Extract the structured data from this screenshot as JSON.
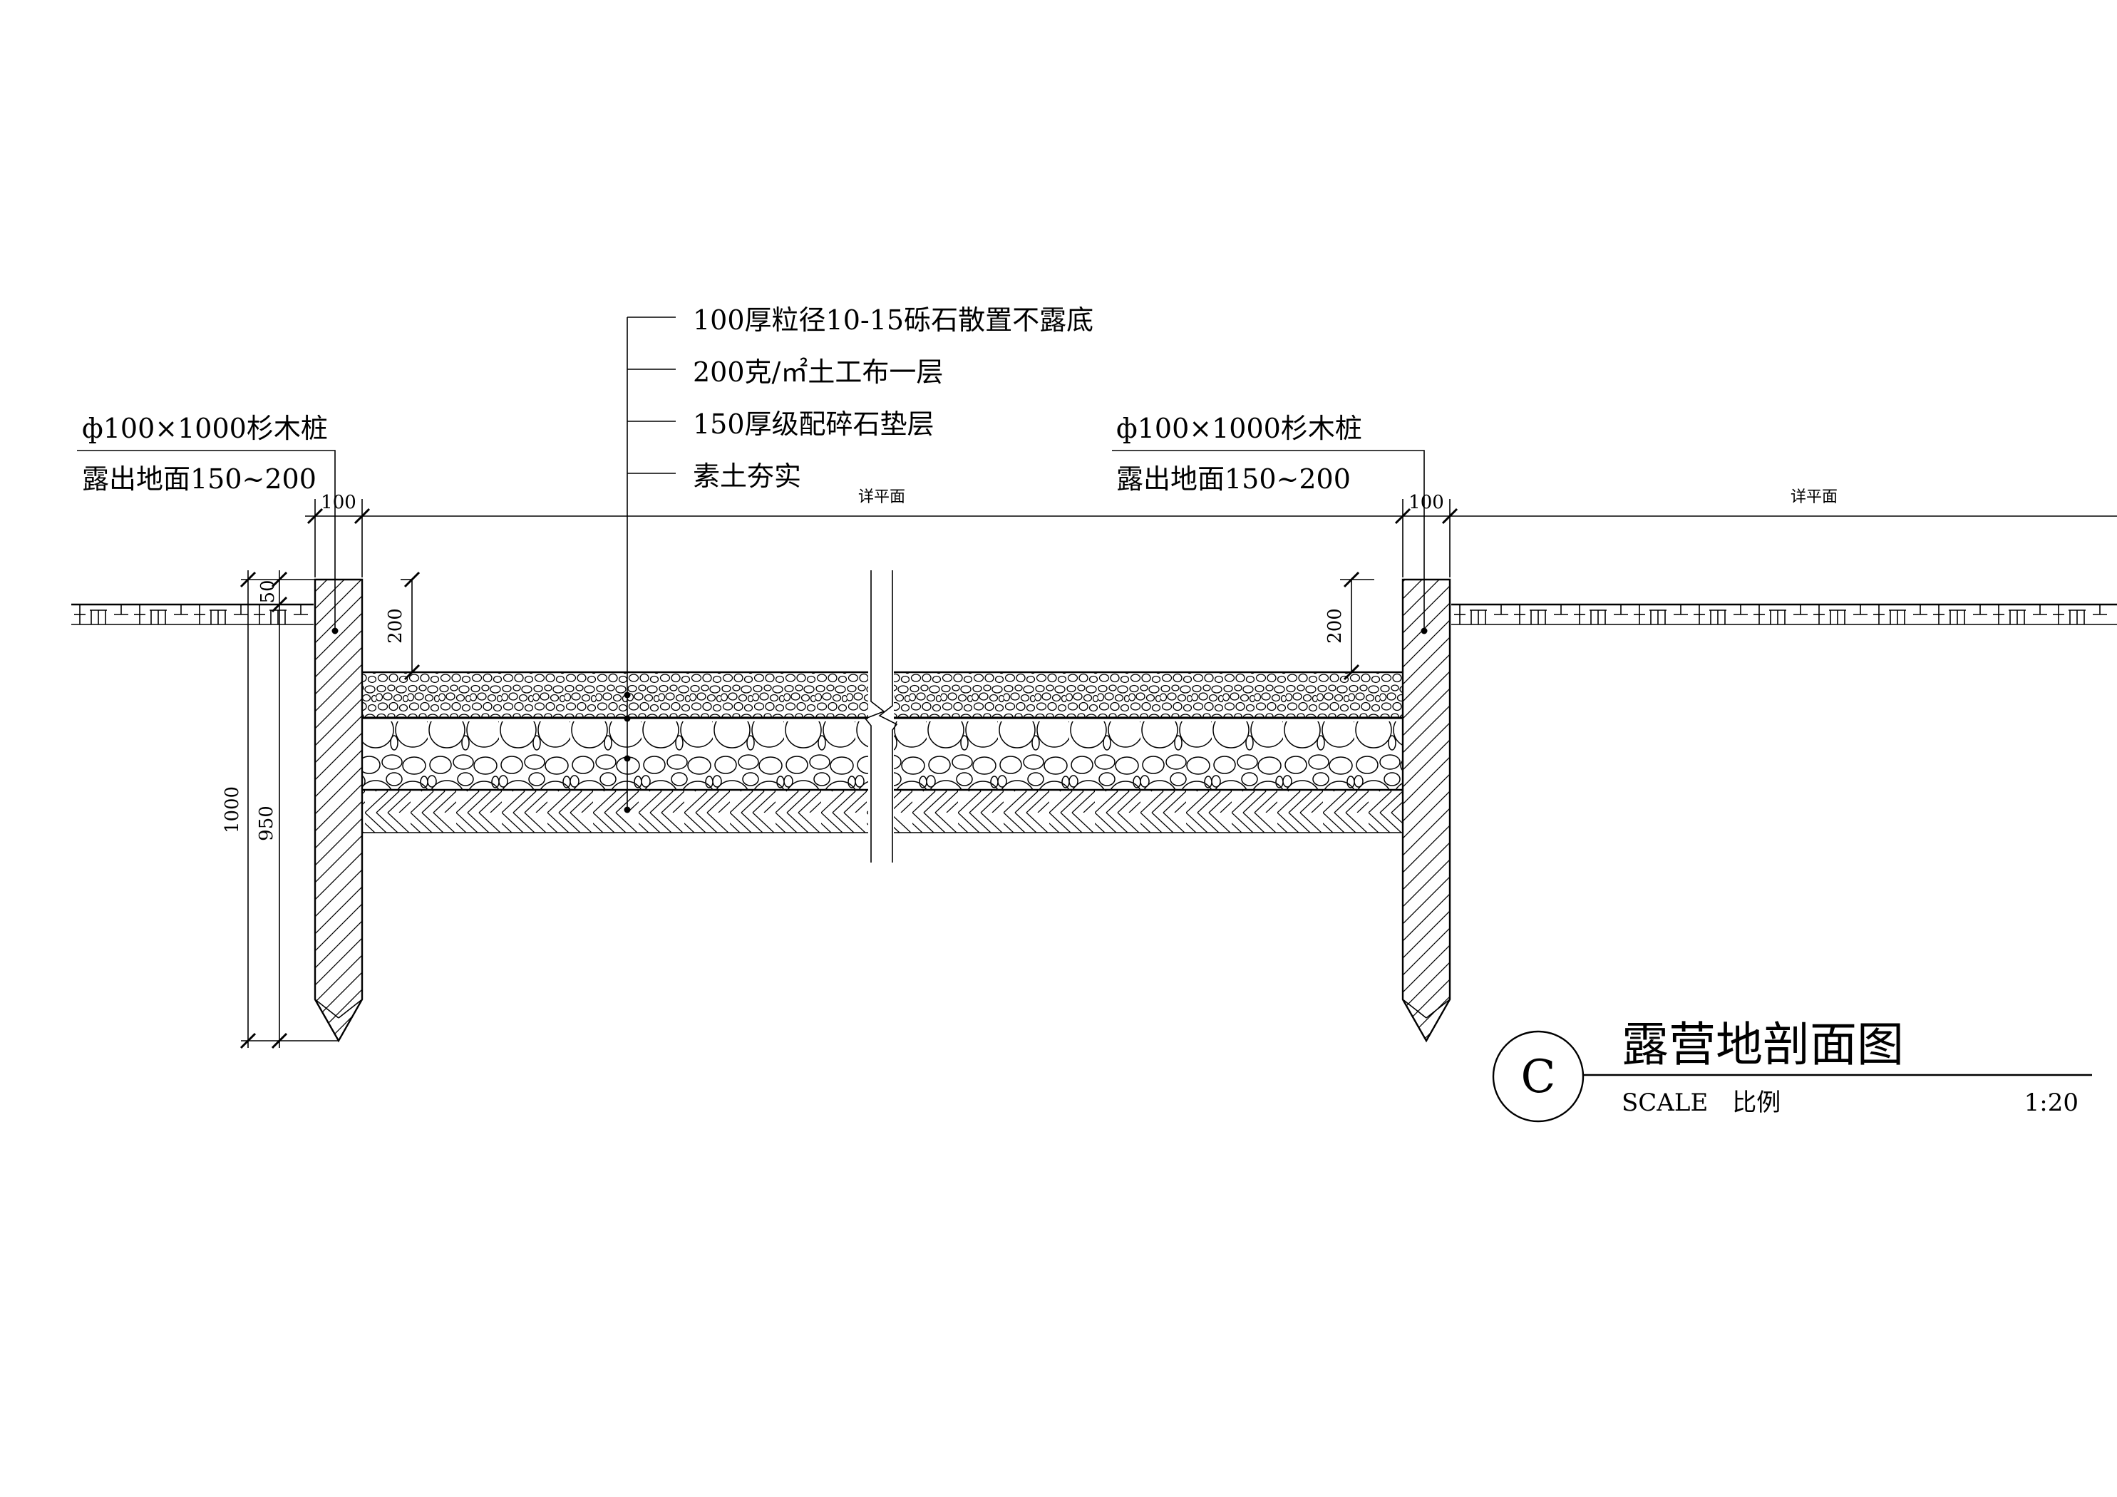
{
  "callouts": {
    "layers": [
      "100厚粒径10-15砾石散置不露底",
      "200克/㎡土工布一层",
      "150厚级配碎石垫层",
      "素土夯实"
    ],
    "pile_left": {
      "line1": "ф100×1000杉木桩",
      "line2": "露出地面150~200"
    },
    "pile_right": {
      "line1": "ф100×1000杉木桩",
      "line2": "露出地面150~200"
    }
  },
  "dimensions": {
    "pile_width_left": "100",
    "pile_width_right": "100",
    "span_left": "详平面",
    "span_right": "详平面",
    "exposed_height": "50",
    "gravel_depth_left": "200",
    "gravel_depth_right": "200",
    "pile_total": "1000",
    "pile_buried": "950"
  },
  "title_block": {
    "marker": "C",
    "title": "露营地剖面图",
    "scale_label": "SCALE　比例",
    "scale_value": "1:20"
  }
}
